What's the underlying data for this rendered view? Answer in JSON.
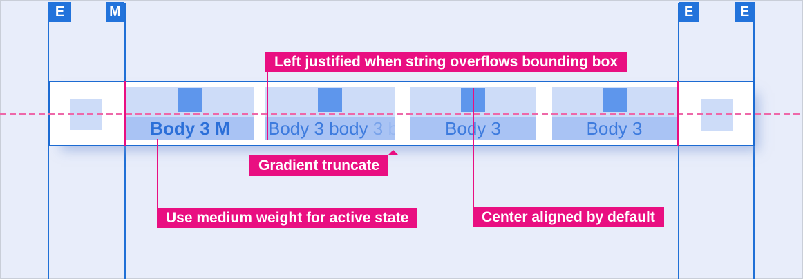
{
  "badges": [
    {
      "label": "E"
    },
    {
      "label": "M"
    },
    {
      "label": "E"
    },
    {
      "label": "E"
    }
  ],
  "tabs": [
    {
      "label": "Body 3 M",
      "state": "active"
    },
    {
      "seg1": "Body 3 body",
      "seg2": " 3",
      "seg3": " b",
      "state": "gradient-truncated"
    },
    {
      "label": "Body 3",
      "state": "default"
    },
    {
      "label": "Body 3",
      "state": "default"
    }
  ],
  "annotations": {
    "left_justified": "Left justified when string overflows bounding box",
    "gradient_truncate": "Gradient truncate",
    "medium_weight": "Use medium weight for active state",
    "center_aligned": "Center aligned by default"
  },
  "colors": {
    "bg": "#e8edfa",
    "badge_blue": "#2273db",
    "guide_blue": "#2070d6",
    "bar_border": "#1c6bd2",
    "tab_light": "#cddcf8",
    "tab_band": "#a9c3f4",
    "icon_blue": "#5e96ec",
    "text_active": "#2b6fd8",
    "text_inactive": "#3d7bde",
    "magenta": "#e90f81",
    "dash_pink": "#ee68a9"
  }
}
